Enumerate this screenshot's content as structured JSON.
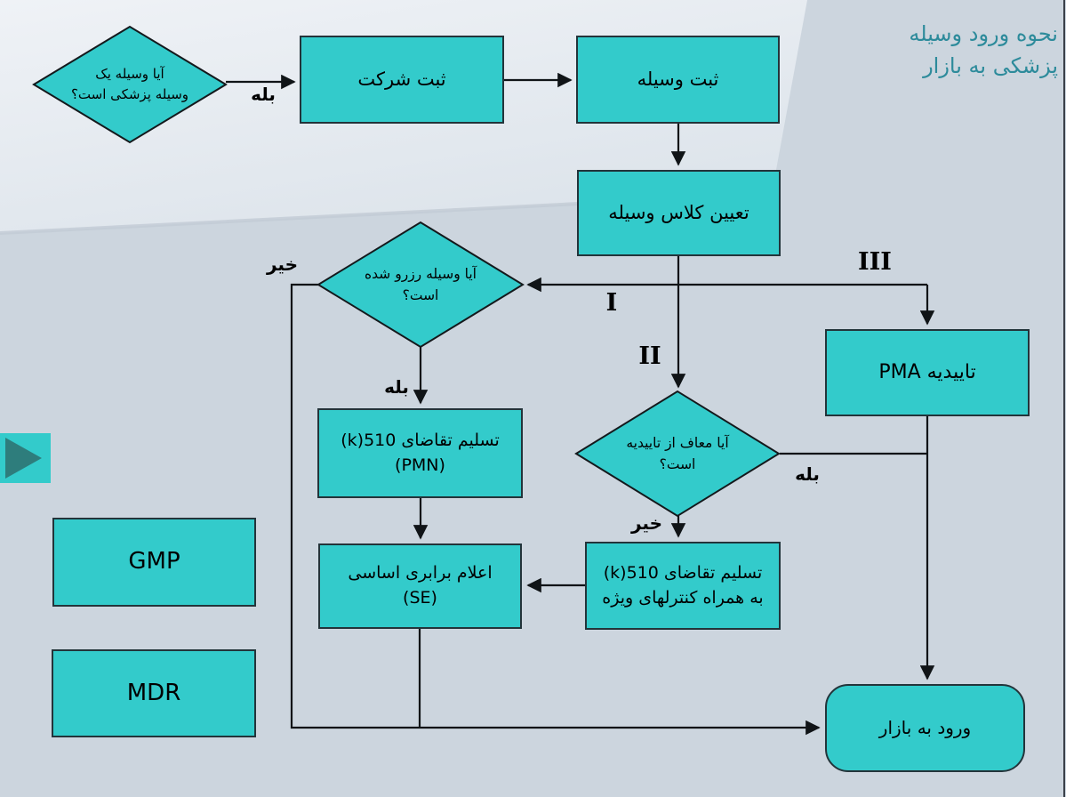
{
  "slide": {
    "title": {
      "line1": "نحوه ورود وسیله",
      "line2": "پزشکی به بازار"
    },
    "colors": {
      "background": "#ccd5de",
      "band_light": "#eef1f5",
      "band_light_low": "#dde4eb",
      "shape_fill": "#33cbcb",
      "shape_border": "#23343a",
      "connector": "#101417",
      "title_text": "#2d8b9b",
      "play_triangle": "#2e7d7c"
    },
    "nodes": {
      "decision_is_medical": {
        "line1": "آیا وسیله یک",
        "line2": "وسیله پزشکی است؟"
      },
      "register_company": {
        "label": "ثبت شرکت"
      },
      "register_device": {
        "label": "ثبت وسیله"
      },
      "classify_device": {
        "label": "تعیین کلاس وسیله"
      },
      "decision_reserved": {
        "line1": "آیا وسیله رزرو شده",
        "line2": "است؟"
      },
      "pma": {
        "label": "تاییدیه PMA"
      },
      "submit_510k_pmn": {
        "line1": "تسلیم تقاضای 510(k)",
        "line2": "(PMN)"
      },
      "decision_exempt": {
        "line1": "آیا معاف از تاییدیه",
        "line2": "است؟"
      },
      "declare_se": {
        "line1": "اعلام برابری اساسی",
        "line2": "(SE)"
      },
      "submit_510k_special": {
        "line1": "تسلیم تقاضای 510(k)",
        "line2": "به همراه کنترلهای ویژه"
      },
      "market_entry": {
        "label": "ورود به بازار"
      },
      "gmp": {
        "label": "GMP"
      },
      "mdr": {
        "label": "MDR"
      }
    },
    "edge_labels": {
      "yes_1": "بله",
      "yes_2": "بله",
      "yes_3": "بله",
      "no_1": "خیر",
      "no_2": "خیر",
      "class_1": "I",
      "class_2": "II",
      "class_3": "III"
    },
    "icons": {
      "play": "play-icon"
    }
  }
}
